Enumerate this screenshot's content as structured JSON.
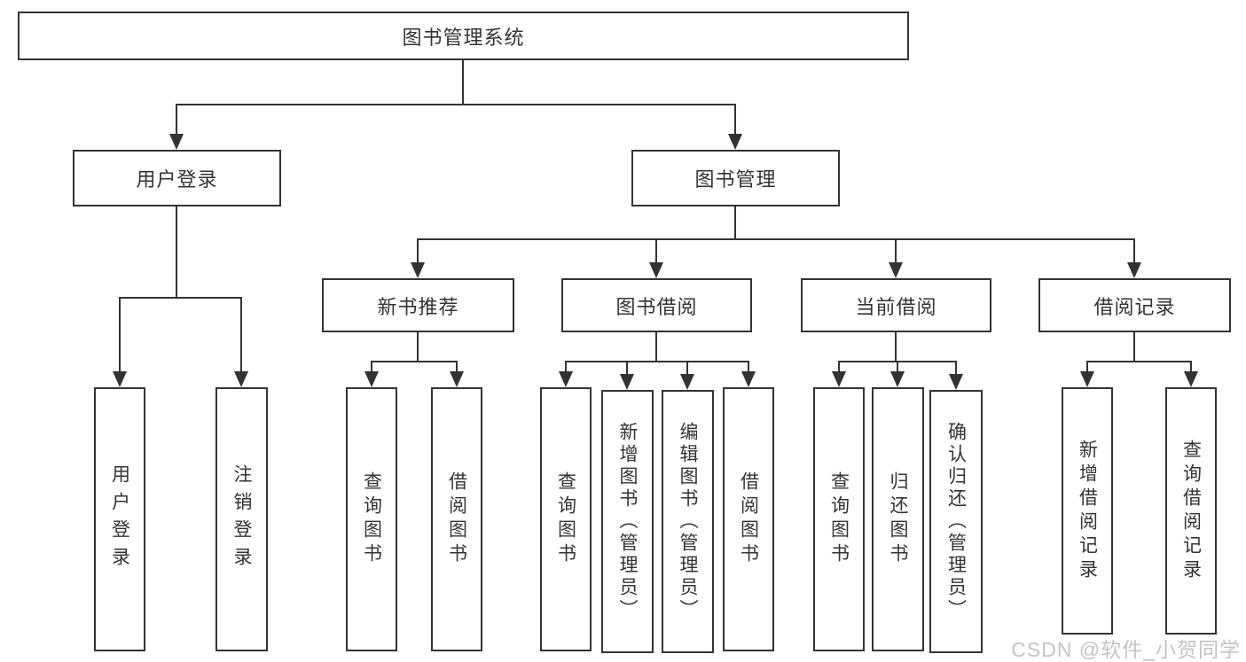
{
  "diagram": {
    "root": {
      "label": "图书管理系统"
    },
    "level2": {
      "user_login": {
        "label": "用户登录"
      },
      "book_management": {
        "label": "图书管理"
      }
    },
    "level3": {
      "new_book_recommend": {
        "label": "新书推荐"
      },
      "book_borrow": {
        "label": "图书借阅"
      },
      "current_borrow": {
        "label": "当前借阅"
      },
      "borrow_record": {
        "label": "借阅记录"
      }
    },
    "leaves": {
      "user_login_action": {
        "label": "用户登录"
      },
      "logout": {
        "label": "注销登录"
      },
      "query_book_recommend": {
        "label": "查询图书"
      },
      "borrow_book_recommend": {
        "label": "借阅图书"
      },
      "query_book_borrow": {
        "label": "查询图书"
      },
      "add_book_admin": {
        "label": "新增图书（管理员）"
      },
      "edit_book_admin": {
        "label": "编辑图书（管理员）"
      },
      "borrow_book_action": {
        "label": "借阅图书"
      },
      "query_book_current": {
        "label": "查询图书"
      },
      "return_book": {
        "label": "归还图书"
      },
      "confirm_return_admin": {
        "label": "确认归还（管理员）"
      },
      "add_borrow_record": {
        "label": "新增借阅记录"
      },
      "query_borrow_record": {
        "label": "查询借阅记录"
      }
    },
    "watermark": "CSDN @软件_小贺同学",
    "colors": {
      "line": "#333333",
      "box_border": "#333333",
      "text": "#333333",
      "watermark": "#c3c3c3",
      "background": "#ffffff"
    }
  }
}
